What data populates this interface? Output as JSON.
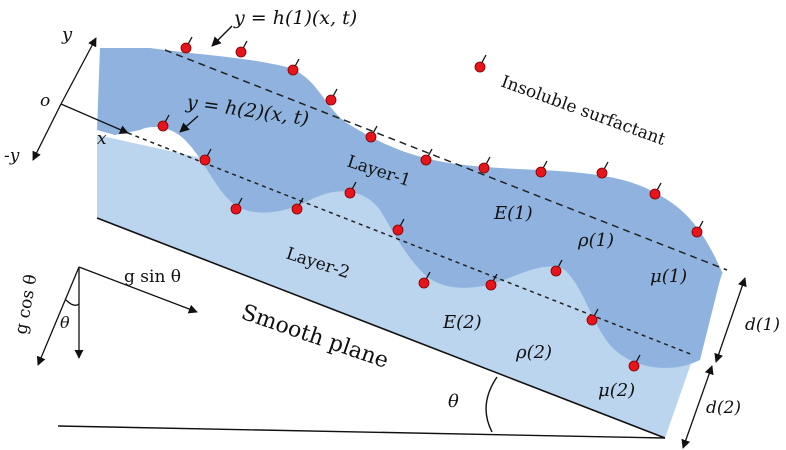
{
  "interface_labels": {
    "h1": "y = h(1)(x, t)",
    "h2": "y = h(2)(x, t)",
    "surfactant": "Insoluble surfactant",
    "layer1": "Layer-1",
    "layer2": "Layer-2",
    "plane": "Smooth plane",
    "theta_angle": "θ"
  },
  "axes": {
    "y": "y",
    "origin": "o",
    "x": "x",
    "neg_y": "-y"
  },
  "gravity": {
    "along": "g sin θ",
    "normal": "g cos θ",
    "theta": "θ"
  },
  "properties": {
    "E1": "E(1)",
    "rho1": "ρ(1)",
    "mu1": "μ(1)",
    "E2": "E(2)",
    "rho2": "ρ(2)",
    "mu2": "μ(2)"
  },
  "thickness": {
    "d1": "d(1)",
    "d2": "d(2)"
  },
  "colors": {
    "layer1_fill": "#8fb3de",
    "layer2_fill": "#bcd5ee",
    "surfactant": "#e8141b"
  }
}
